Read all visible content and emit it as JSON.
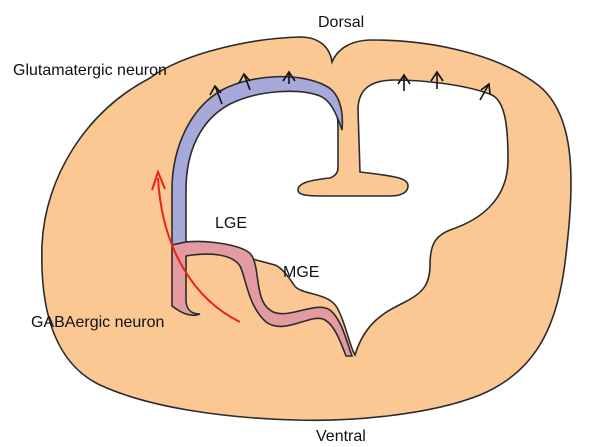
{
  "labels": {
    "dorsal": "Dorsal",
    "ventral": "Ventral",
    "glutamatergic": "Glutamatergic neuron",
    "gabaergic": "GABAergic neuron",
    "lge": "LGE",
    "mge": "MGE"
  },
  "colors": {
    "tissue": "#FBC894",
    "outline": "#2b2b2b",
    "pallium": "#A6A9DA",
    "subpallium": "#E39AA1",
    "gaba_arrow": "#E8231C",
    "arrows": "#111111",
    "background": "#ffffff"
  }
}
